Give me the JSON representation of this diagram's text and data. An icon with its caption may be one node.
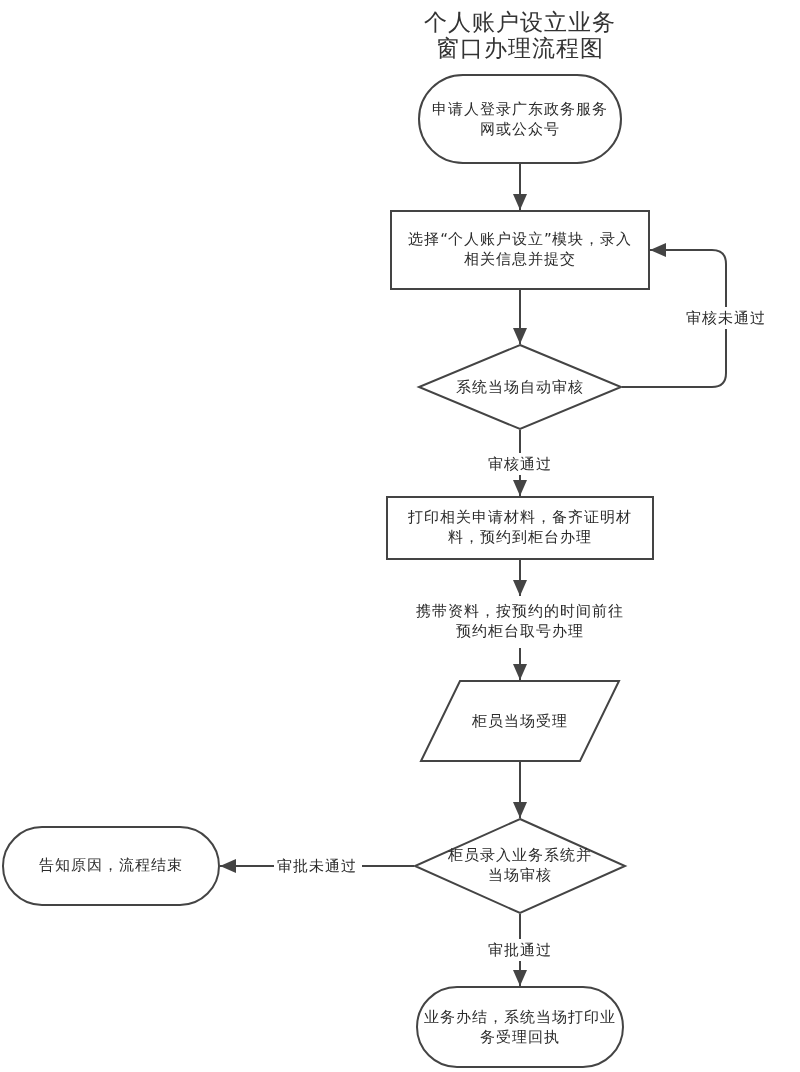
{
  "diagram": {
    "title": "个人账户设立业务窗口办理流程图",
    "nodes": [
      {
        "text": [
          "申请人登录广东政务服务网或公众号"
        ]
      },
      {
        "text": [
          "选择“个人账户设立”模块，录入相关信息并提交"
        ]
      },
      {
        "text": [
          "系统当场自动审核"
        ]
      },
      {
        "text": [
          "打印相关申请材料，备齐证明材料，预约到柜台办理"
        ]
      },
      {
        "text": [
          "携带资料，按预约的时间前往预约柜台取号办理"
        ]
      },
      {
        "text": [
          "柜员当场受理"
        ]
      },
      {
        "text": [
          "柜员录入业务系统并当场审核"
        ]
      },
      {
        "text": [
          "告知原因，流程结束"
        ]
      },
      {
        "text": [
          "业务办结，系统当场打印业务受理回执"
        ]
      }
    ],
    "edges": [
      {
        "from": 0,
        "to": 1,
        "arrow": "to"
      },
      {
        "from": 1,
        "to": 2,
        "arrow": "to"
      },
      {
        "from": 2,
        "to": 1,
        "arrow": "to",
        "label": "审核未通过"
      },
      {
        "from": 2,
        "to": 3,
        "arrow": "to",
        "label": "审核通过"
      },
      {
        "from": 3,
        "to": 4,
        "arrow": "to"
      },
      {
        "from": 4,
        "to": 5,
        "arrow": "to"
      },
      {
        "from": 5,
        "to": 6,
        "arrow": "to"
      },
      {
        "from": 6,
        "to": 7,
        "arrow": "to",
        "label": "审批未通过"
      },
      {
        "from": 6,
        "to": 8,
        "arrow": "to",
        "label": "审批通过"
      }
    ]
  }
}
